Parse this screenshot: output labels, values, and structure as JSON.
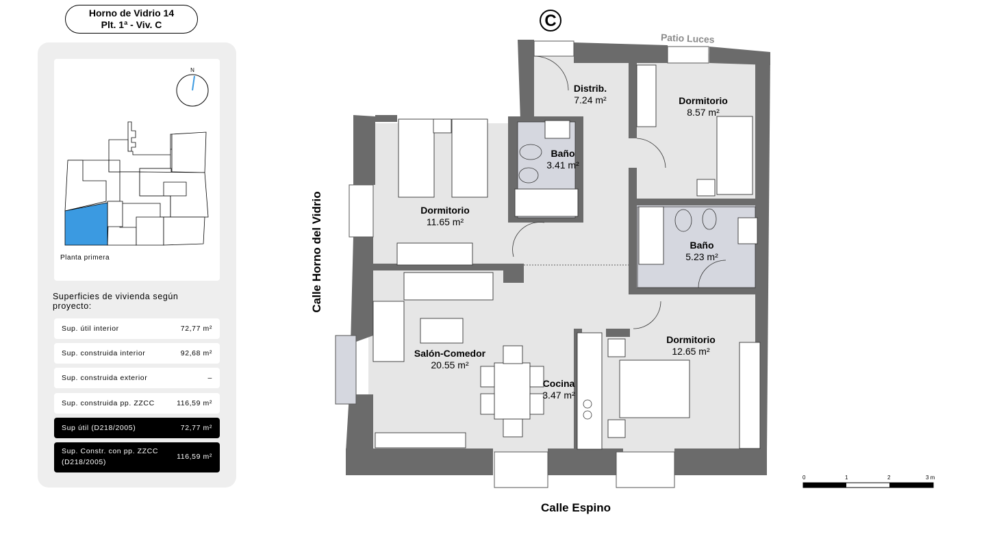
{
  "header": {
    "line1": "Horno de Vidrio  14",
    "line2": "Plt. 1ª - Viv. C"
  },
  "keyplan": {
    "floor_label": "Planta primera",
    "north": "N",
    "highlight_color": "#3b9ae1"
  },
  "surfaces": {
    "heading": "Superficies de vivienda según proyecto:",
    "rows": [
      {
        "label": "Sup. útil interior",
        "value": "72,77 m²"
      },
      {
        "label": "Sup. construida interior",
        "value": "92,68 m²"
      },
      {
        "label": "Sup. construida exterior",
        "value": "–"
      },
      {
        "label": "Sup. construida pp. ZZCC",
        "value": "116,59 m²"
      },
      {
        "label": "Sup útil (D218/2005)",
        "value": "72,77 m²"
      },
      {
        "label": "Sup. Constr. con pp. ZZCC (D218/2005)",
        "value": "116,59 m²"
      }
    ]
  },
  "plan": {
    "unit_letter": "C",
    "patio": "Patio Luces",
    "street_left": "Calle Horno del Vidrio",
    "street_bottom": "Calle Espino",
    "rooms": [
      {
        "name": "Distrib.",
        "area": "7.24 m²"
      },
      {
        "name": "Dormitorio",
        "area": "8.57 m²"
      },
      {
        "name": "Baño",
        "area": "3.41 m²"
      },
      {
        "name": "Dormitorio",
        "area": "11.65 m²"
      },
      {
        "name": "Baño",
        "area": "5.23 m²"
      },
      {
        "name": "Dormitorio",
        "area": "12.65 m²"
      },
      {
        "name": "Salón-Comedor",
        "area": "20.55 m²"
      },
      {
        "name": "Cocina",
        "area": "3.47 m²"
      }
    ]
  },
  "scale": {
    "ticks": [
      "0",
      "1",
      "2",
      "3 m"
    ]
  },
  "colors": {
    "wall": "#6b6b6b",
    "floor": "#e6e6e6",
    "bath": "#d5d7df",
    "panel": "#eeeeee"
  }
}
